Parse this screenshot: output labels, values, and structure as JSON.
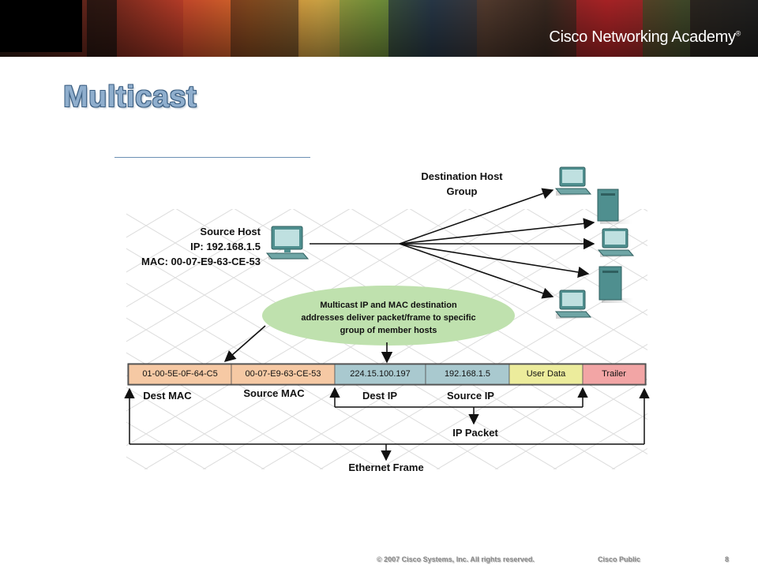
{
  "banner": {
    "brand_name": "Cisco Networking Academy",
    "brand_mark": "®"
  },
  "slide": {
    "title": "Multicast"
  },
  "diagram": {
    "source_host": {
      "label": "Source Host",
      "ip_line": "IP: 192.168.1.5",
      "mac_line": "MAC: 00-07-E9-63-CE-53"
    },
    "destination_group": {
      "line1": "Destination Host",
      "line2": "Group"
    },
    "callout": [
      "Multicast IP and MAC destination",
      "addresses deliver packet/frame to specific",
      "group of member hosts"
    ],
    "frame_cells": [
      {
        "text": "01-00-5E-0F-64-C5",
        "color": "#f6c9a4"
      },
      {
        "text": "00-07-E9-63-CE-53",
        "color": "#f6c9a4"
      },
      {
        "text": "224.15.100.197",
        "color": "#a9c9cf"
      },
      {
        "text": "192.168.1.5",
        "color": "#a9c9cf"
      },
      {
        "text": "User Data",
        "color": "#ecec9c"
      },
      {
        "text": "Trailer",
        "color": "#f2a5a5"
      }
    ],
    "field_labels": {
      "dest_mac": "Dest MAC",
      "source_mac": "Source MAC",
      "dest_ip": "Dest IP",
      "source_ip": "Source IP"
    },
    "ip_packet": "IP Packet",
    "ethernet_frame": "Ethernet Frame",
    "callout_color": "#bfe1ae"
  },
  "footer": {
    "copyright": "© 2007 Cisco Systems, Inc. All rights reserved.",
    "classification": "Cisco Public",
    "page": "8"
  }
}
